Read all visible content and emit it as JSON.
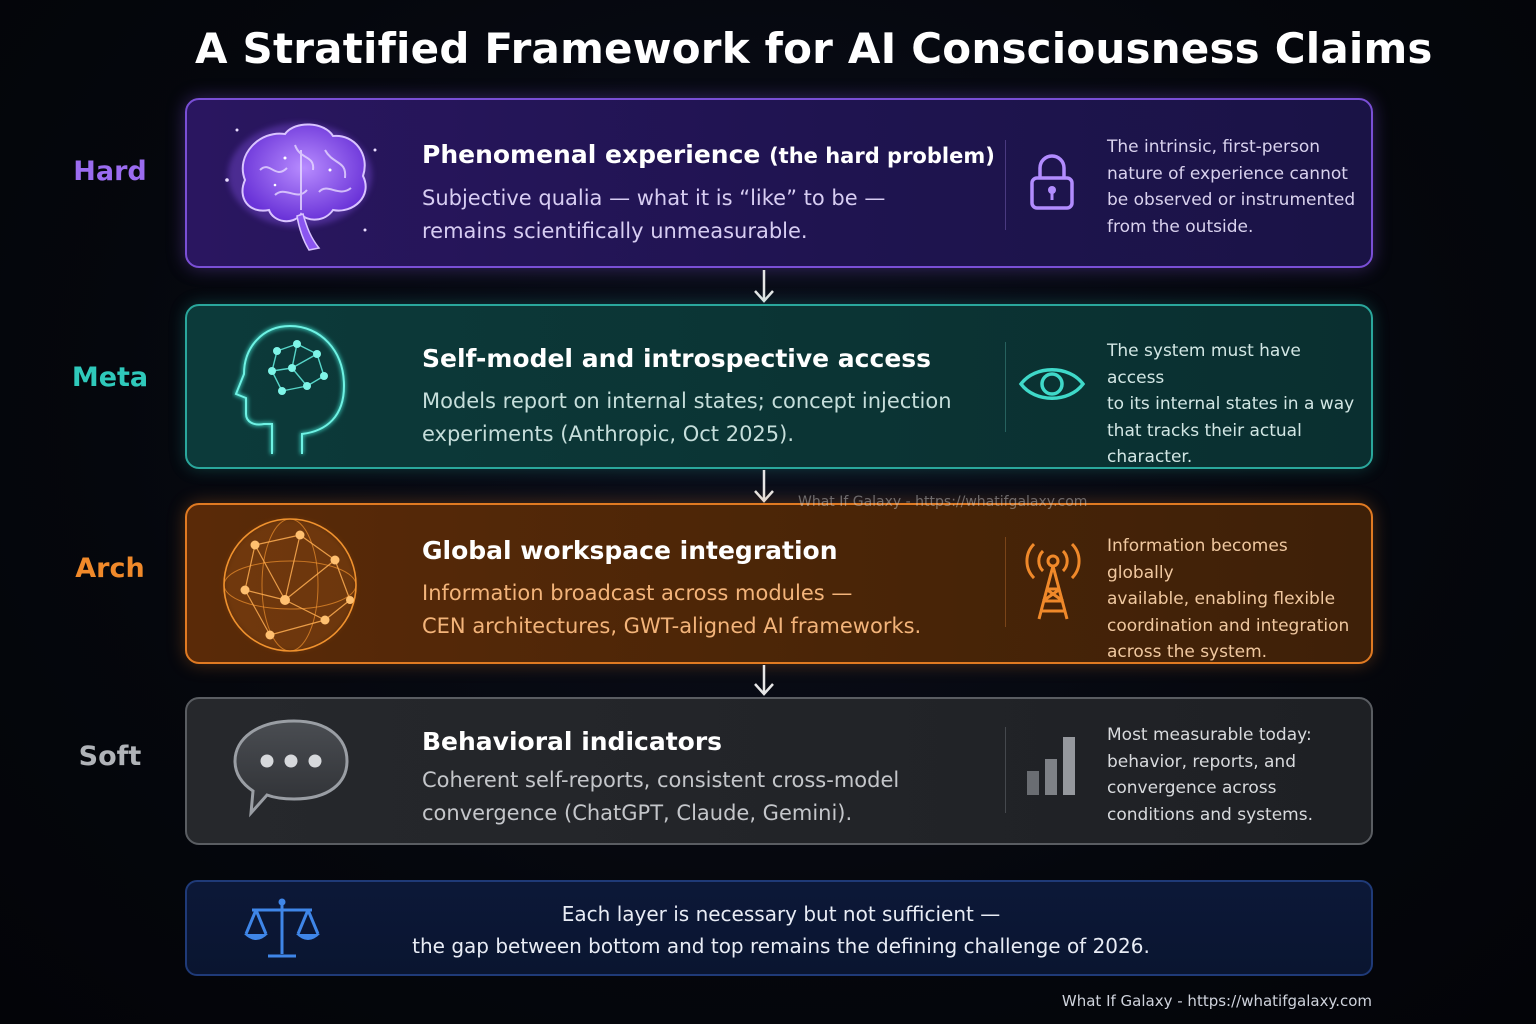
{
  "title": "A Stratified Framework for AI Consciousness Claims",
  "layers": [
    {
      "label": "Hard",
      "heading": "Phenomenal experience",
      "heading_suffix": "(the hard problem)",
      "desc_lines": [
        "Subjective qualia — what it is “like” to be —",
        "remains scientifically unmeasurable."
      ],
      "icon": "brain-icon",
      "side_icon": "lock-icon",
      "note_lines": [
        "The intrinsic, first-person",
        "nature of experience cannot",
        "be observed or instrumented",
        "from the outside."
      ],
      "color": "#9b6cf0"
    },
    {
      "label": "Meta",
      "heading": "Self-model and introspective access",
      "desc_lines": [
        "Models report on internal states; concept injection",
        "experiments (Anthropic, Oct 2025)."
      ],
      "icon": "head-network-icon",
      "side_icon": "eye-icon",
      "note_lines": [
        "The system must have access",
        "to its internal states in a way",
        "that tracks their actual",
        "character."
      ],
      "color": "#2fc9bb"
    },
    {
      "label": "Arch",
      "heading": "Global workspace integration",
      "desc_lines": [
        "Information broadcast across modules —",
        "CEN architectures, GWT-aligned AI frameworks."
      ],
      "icon": "network-sphere-icon",
      "side_icon": "broadcast-tower-icon",
      "note_lines": [
        "Information becomes globally",
        "available, enabling flexible",
        "coordination and integration",
        "across the system."
      ],
      "color": "#f0892a"
    },
    {
      "label": "Soft",
      "heading": "Behavioral indicators",
      "desc_lines": [
        "Coherent self-reports, consistent cross-model",
        "convergence (ChatGPT, Claude, Gemini)."
      ],
      "icon": "chat-bubble-icon",
      "side_icon": "bar-chart-icon",
      "note_lines": [
        "Most measurable today:",
        "behavior, reports, and",
        "convergence across",
        "conditions and systems."
      ],
      "color": "#b0b3b8"
    }
  ],
  "footer": {
    "icon": "scales-icon",
    "lines": [
      "Each layer is necessary but not sufficient —",
      "the gap between bottom and top remains the defining challenge of 2026."
    ]
  },
  "watermark": "What If Galaxy - https://whatifgalaxy.com",
  "watermark_mid": "What If Galaxy - https://whatifgalaxy.com"
}
